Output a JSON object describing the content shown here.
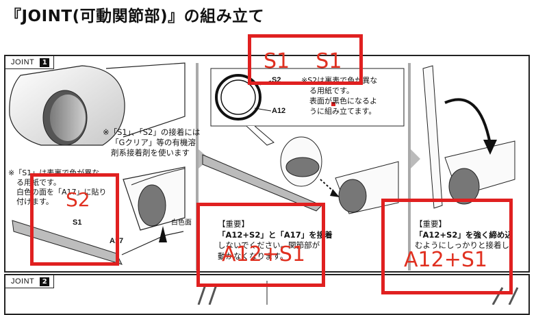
{
  "title": "『JOINT(可動関節部)』の組み立て",
  "section1": {
    "label": "JOINT",
    "number": "1"
  },
  "section2": {
    "label": "JOINT",
    "number": "2"
  },
  "step1": {
    "note_lines": [
      "※「S1」、「S2」の接着には",
      "「Gクリア」等の有機溶",
      "剤系接着剤を使います"
    ],
    "paper_note_lines": [
      "※「S1」は表裏で色が異な",
      "る用紙です。",
      "白色の面を「A17」に貼り",
      "付けます。"
    ],
    "part_s1": "S1",
    "part_a17": "A17",
    "white_face": "白色面"
  },
  "step2": {
    "inset_label_s2": "S2",
    "inset_label_a12": "A12",
    "inset_note_lines": [
      "※S2は裏表で色が異な",
      "る用紙です。",
      "表面が黒色になるよ",
      "うに組み立てます。"
    ],
    "important_lines": [
      "【重要】",
      "「A12+S2」と「A17」を接着",
      "しないでください。関節部が",
      "動かなくなります。"
    ]
  },
  "step3": {
    "important_lines": [
      "【重要】",
      "「A12+S2」を強く締め込",
      "むようにしっかりと接着し"
    ]
  },
  "annotations": {
    "top_box": "S1    S1",
    "box_s2": "S2",
    "box_mid": "A12+S1",
    "box_right": "A12+S1"
  },
  "colors": {
    "annotation_red": "#e02020"
  }
}
